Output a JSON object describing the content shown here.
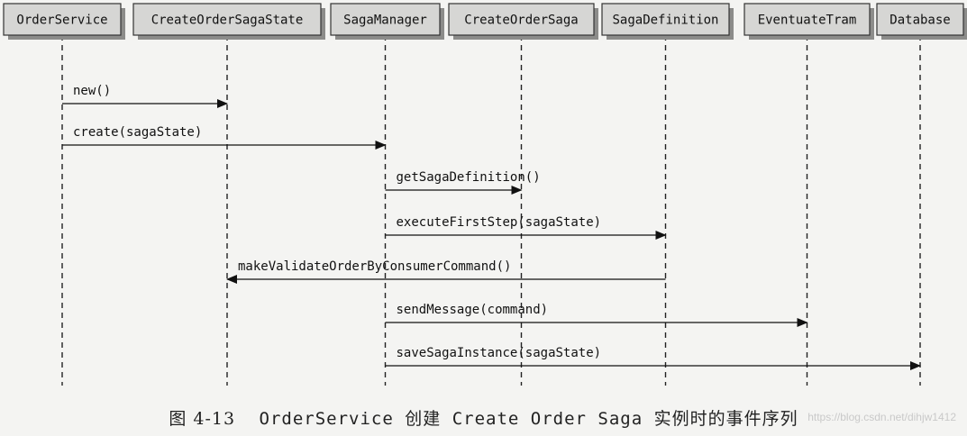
{
  "diagram": {
    "participants": [
      "OrderService",
      "CreateOrderSagaState",
      "SagaManager",
      "CreateOrderSaga",
      "SagaDefinition",
      "EventuateTram",
      "Database"
    ],
    "messages": [
      {
        "from": 0,
        "to": 1,
        "label": "new()"
      },
      {
        "from": 0,
        "to": 2,
        "label": "create(sagaState)"
      },
      {
        "from": 2,
        "to": 3,
        "label": "getSagaDefinition()"
      },
      {
        "from": 2,
        "to": 4,
        "label": "executeFirstStep(sagaState)"
      },
      {
        "from": 4,
        "to": 1,
        "label": "makeValidateOrderByConsumerCommand()"
      },
      {
        "from": 2,
        "to": 5,
        "label": "sendMessage(command)"
      },
      {
        "from": 2,
        "to": 6,
        "label": "saveSagaInstance(sagaState)"
      }
    ]
  },
  "caption": {
    "figure": "图 4-13",
    "text_code1": "OrderService",
    "text_cjk1": "创建",
    "text_code2": "Create Order Saga",
    "text_cjk2": "实例时的事件序列"
  },
  "watermark": "https://blog.csdn.net/dihjw1412"
}
